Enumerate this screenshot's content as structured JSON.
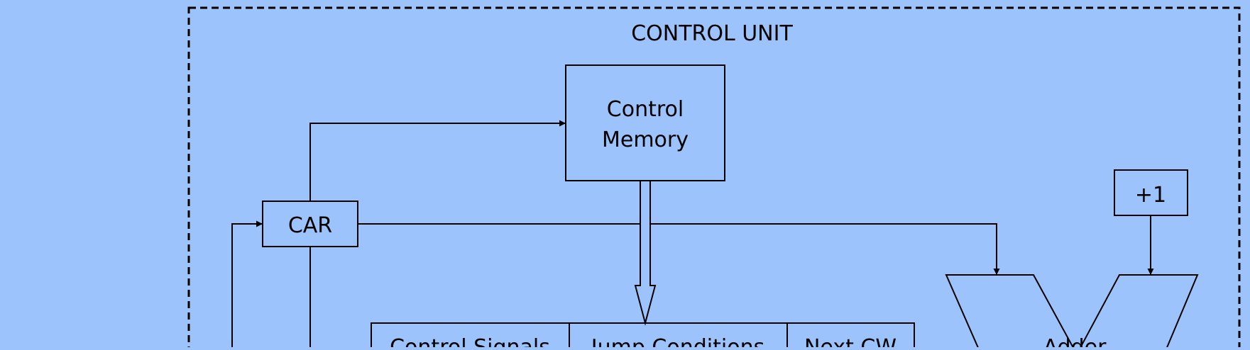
{
  "diagram": {
    "title": "CONTROL UNIT",
    "control_memory": {
      "line1": "Control",
      "line2": "Memory"
    },
    "car": {
      "label": "CAR"
    },
    "plus_one": {
      "label": "+1"
    },
    "adder": {
      "label": "Adder"
    },
    "control_word": {
      "fields": [
        "Control Signals",
        "Jump Conditions",
        "Next CW"
      ]
    }
  },
  "colors": {
    "background": "#9dc3fc",
    "stroke": "#000000"
  }
}
